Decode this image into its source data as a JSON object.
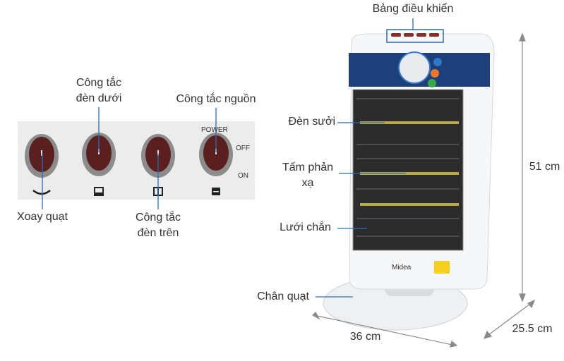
{
  "labels": {
    "control_panel": "Bảng điều khiển",
    "bottom_lamp_switch": [
      "Công tắc",
      "đèn dưới"
    ],
    "power_switch": "Công tắc nguồn",
    "oscillation": "Xoay quạt",
    "top_lamp_switch": [
      "Công tắc",
      "đèn trên"
    ],
    "heating_lamp": "Đèn sưởi",
    "reflector": [
      "Tấm phản",
      "xạ"
    ],
    "guard_grille": "Lưới chắn",
    "base": "Chân quạt"
  },
  "panel": {
    "power": "POWER",
    "off": "OFF",
    "on": "ON"
  },
  "dimensions": {
    "height": "51 cm",
    "width": "36 cm",
    "depth": "25.5 cm"
  },
  "brand": "Midea",
  "colors": {
    "leader_line": "#2b6cb8",
    "switch": "#5a1f1f",
    "panel_bg": "#ececec",
    "dimension_line": "#8a8a8a"
  }
}
